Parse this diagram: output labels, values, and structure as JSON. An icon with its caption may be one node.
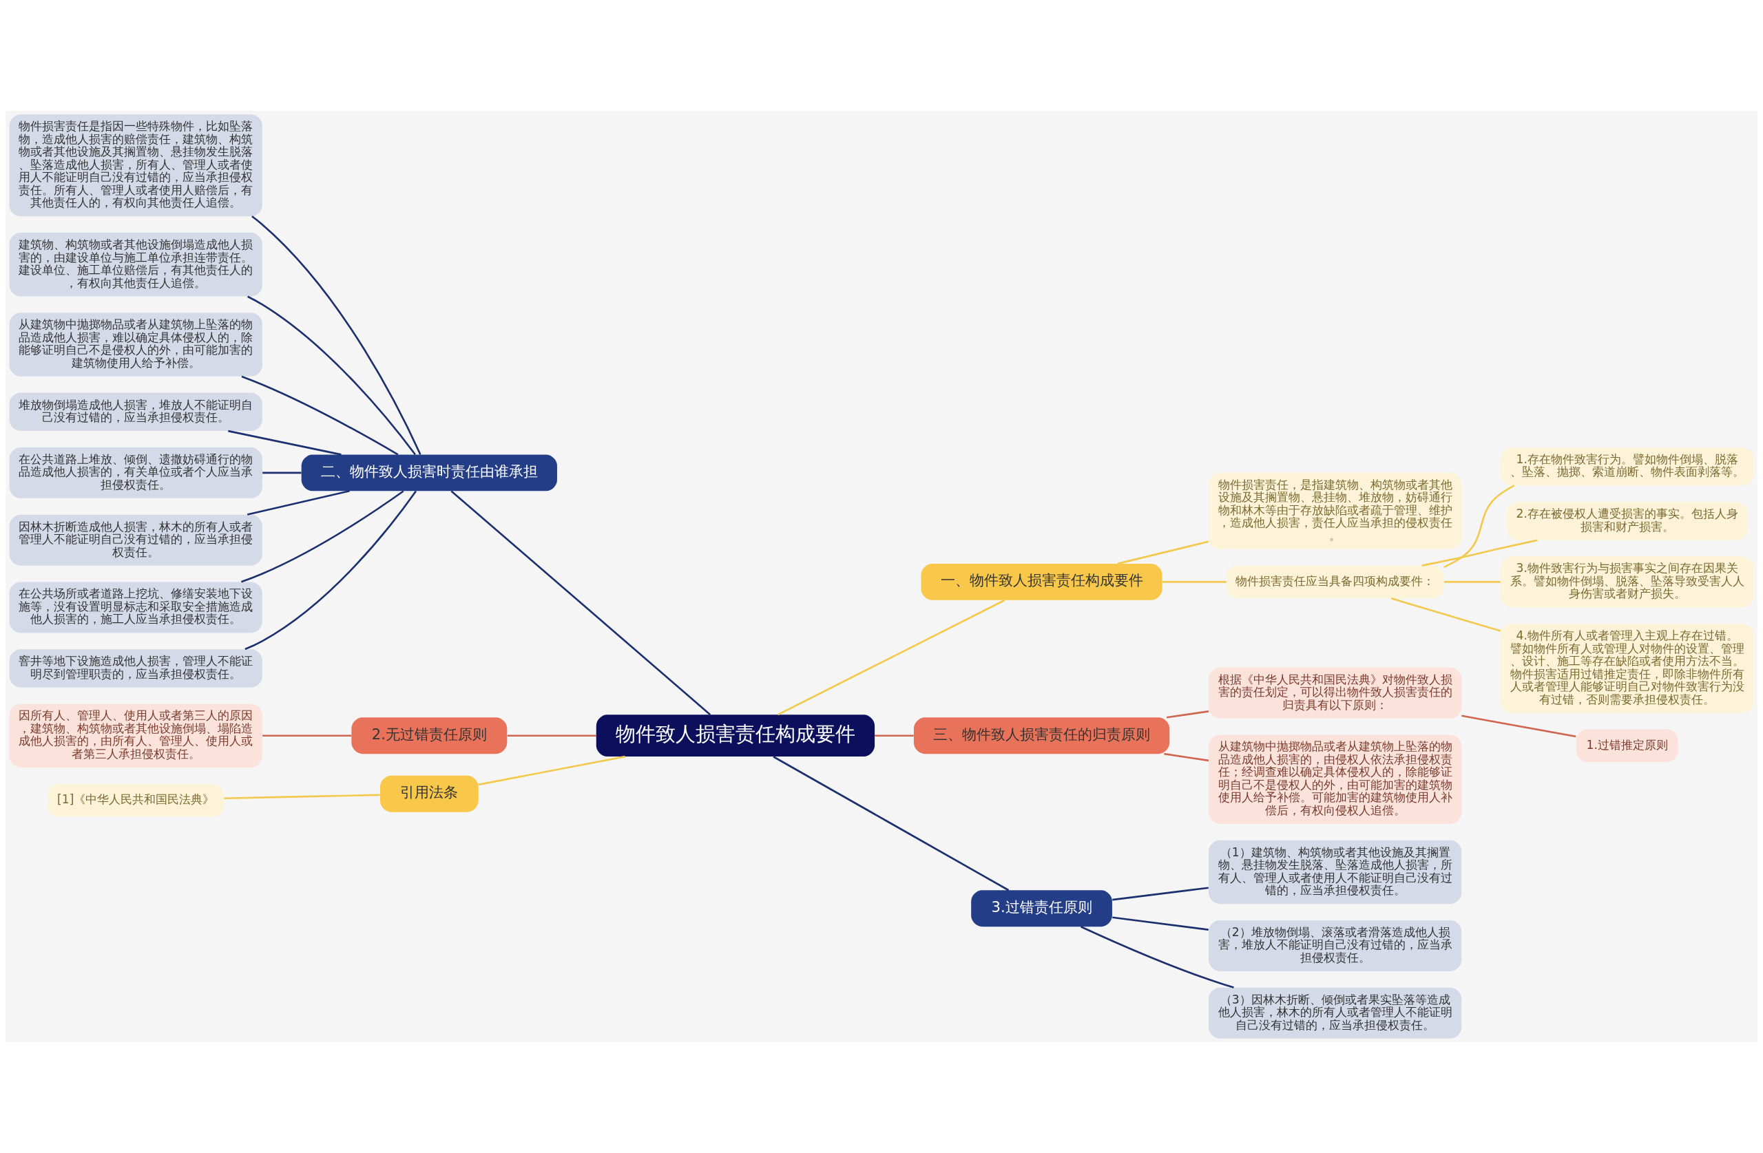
{
  "diagram": {
    "nodes": [
      {
        "text": [
          "物件致人损害责任构成要件"
        ]
      },
      {
        "text": [
          "一、物件致人损害责任构成要件"
        ]
      },
      {
        "text": [
          "物件损害责任，是指建筑物、构筑物或者其他设施及其搁置物、悬挂物、堆放物，妨碍通行物和林木等由于存放缺陷或者疏于管理、维护，造成他人损害，责任人应当承担的侵权责任。"
        ]
      },
      {
        "text": [
          "物件损害责任应当具备四项构成要件："
        ]
      },
      {
        "text": [
          "1.存在物件致害行为。譬如物件倒塌、脱落、坠落、抛掷、索道崩断、物件表面剥落等。"
        ]
      },
      {
        "text": [
          "2.存在被侵权人遭受损害的事实。包括人身损害和财产损害。"
        ]
      },
      {
        "text": [
          "3.物件致害行为与损害事实之间存在因果关系。譬如物件倒塌、脱落、坠落导致受害人人身伤害或者财产损失。"
        ]
      },
      {
        "text": [
          "4.物件所有人或者管理入主观上存在过错。譬如物件所有人或管理人对物件的设置、管理、设计、施工等存在缺陷或者使用方法不当。物件损害适用过错推定责任，即除非物件所有人或者管理人能够证明自己对物件致害行为没有过错，否则需要承担侵权责任。"
        ]
      },
      {
        "text": [
          "三、物件致人损害责任的归责原则"
        ]
      },
      {
        "text": [
          "根据《中华人民共和国民法典》对物件致人损害的责任划定，可以得出物件致人损害责任的归责具有以下原则："
        ]
      },
      {
        "text": [
          "1.过错推定原则"
        ]
      },
      {
        "text": [
          "从建筑物中抛掷物品或者从建筑物上坠落的物品造成他人损害的，由侵权人依法承担侵权责任；经调查难以确定具体侵权人的，除能够证明自己不是侵权人的外，由可能加害的建筑物使用人给予补偿。可能加害的建筑物使用人补偿后，有权向侵权人追偿。"
        ]
      },
      {
        "text": [
          "3.过错责任原则"
        ]
      },
      {
        "text": [
          "（1）建筑物、构筑物或者其他设施及其搁置物、悬挂物发生脱落、坠落造成他人损害，所有人、管理人或者使用人不能证明自己没有过错的，应当承担侵权责任。"
        ]
      },
      {
        "text": [
          "（2）堆放物倒塌、滚落或者滑落造成他人损害，堆放人不能证明自己没有过错的，应当承担侵权责任。"
        ]
      },
      {
        "text": [
          "（3）因林木折断、倾倒或者果实坠落等造成他人损害，林木的所有人或者管理人不能证明自己没有过错的，应当承担侵权责任。"
        ]
      },
      {
        "text": [
          "二、物件致人损害时责任由谁承担"
        ]
      },
      {
        "text": [
          "物件损害责任是指因一些特殊物件，比如坠落物，造成他人损害的赔偿责任，建筑物、构筑物或者其他设施及其搁置物、悬挂物发生脱落、坠落造成他人损害，所有人、管理人或者使用人不能证明自己没有过错的，应当承担侵权责任。所有人、管理人或者使用人赔偿后，有其他责任人的，有权向其他责任人追偿。"
        ]
      },
      {
        "text": [
          "建筑物、构筑物或者其他设施倒塌造成他人损害的，由建设单位与施工单位承担连带责任。建设单位、施工单位赔偿后，有其他责任人的，有权向其他责任人追偿。"
        ]
      },
      {
        "text": [
          "从建筑物中抛掷物品或者从建筑物上坠落的物品造成他人损害，难以确定具体侵权人的，除能够证明自己不是侵权人的外，由可能加害的建筑物使用人给予补偿。"
        ]
      },
      {
        "text": [
          "堆放物倒塌造成他人损害，堆放人不能证明自己没有过错的，应当承担侵权责任。"
        ]
      },
      {
        "text": [
          "在公共道路上堆放、倾倒、遗撒妨碍通行的物品造成他人损害的，有关单位或者个人应当承担侵权责任。"
        ]
      },
      {
        "text": [
          "因林木折断造成他人损害，林木的所有人或者管理人不能证明自己没有过错的，应当承担侵权责任。"
        ]
      },
      {
        "text": [
          "在公共场所或者道路上挖坑、修缮安装地下设施等，没有设置明显标志和采取安全措施造成他人损害的，施工人应当承担侵权责任。"
        ]
      },
      {
        "text": [
          "窨井等地下设施造成他人损害，管理人不能证明尽到管理职责的，应当承担侵权责任。"
        ]
      },
      {
        "text": [
          "2.无过错责任原则"
        ]
      },
      {
        "text": [
          "因所有人、管理人、使用人或者第三人的原因，建筑物、构筑物或者其他设施倒塌、塌陷造成他人损害的，由所有人、管理人、使用人或者第三人承担侵权责任。"
        ]
      },
      {
        "text": [
          "引用法条"
        ]
      },
      {
        "text": [
          "[1]《中华人民共和国民法典》"
        ]
      }
    ],
    "edges": [
      {
        "from": 0,
        "to": 1,
        "arrow": "none",
        "color": "#f2c94c"
      },
      {
        "from": 1,
        "to": 2,
        "arrow": "none",
        "color": "#f2c94c"
      },
      {
        "from": 1,
        "to": 3,
        "arrow": "none",
        "color": "#f2c94c"
      },
      {
        "from": 3,
        "to": 4,
        "arrow": "none",
        "color": "#f2c94c"
      },
      {
        "from": 3,
        "to": 5,
        "arrow": "none",
        "color": "#f2c94c"
      },
      {
        "from": 3,
        "to": 6,
        "arrow": "none",
        "color": "#f2c94c"
      },
      {
        "from": 3,
        "to": 7,
        "arrow": "none",
        "color": "#f2c94c"
      },
      {
        "from": 0,
        "to": 8,
        "arrow": "none",
        "color": "#d0664f"
      },
      {
        "from": 8,
        "to": 9,
        "arrow": "none",
        "color": "#d0664f"
      },
      {
        "from": 9,
        "to": 10,
        "arrow": "none",
        "color": "#d0664f"
      },
      {
        "from": 8,
        "to": 11,
        "arrow": "none",
        "color": "#d0664f"
      },
      {
        "from": 0,
        "to": 12,
        "arrow": "none"
      },
      {
        "from": 12,
        "to": 13,
        "arrow": "none"
      },
      {
        "from": 12,
        "to": 14,
        "arrow": "none"
      },
      {
        "from": 12,
        "to": 15,
        "arrow": "none"
      },
      {
        "from": 16,
        "to": 0,
        "arrow": "none"
      },
      {
        "from": 17,
        "to": 16,
        "arrow": "none"
      },
      {
        "from": 18,
        "to": 16,
        "arrow": "none"
      },
      {
        "from": 19,
        "to": 16,
        "arrow": "none"
      },
      {
        "from": 20,
        "to": 16,
        "arrow": "none"
      },
      {
        "from": 21,
        "to": 16,
        "arrow": "none"
      },
      {
        "from": 22,
        "to": 16,
        "arrow": "none"
      },
      {
        "from": 23,
        "to": 16,
        "arrow": "none"
      },
      {
        "from": 24,
        "to": 16,
        "arrow": "none"
      },
      {
        "from": 25,
        "to": 0,
        "arrow": "none",
        "color": "#d0664f"
      },
      {
        "from": 26,
        "to": 25,
        "arrow": "none",
        "color": "#d0664f"
      },
      {
        "from": 27,
        "to": 0,
        "arrow": "none",
        "color": "#f2c94c"
      },
      {
        "from": 28,
        "to": 27,
        "arrow": "none",
        "color": "#f2c94c"
      }
    ]
  }
}
